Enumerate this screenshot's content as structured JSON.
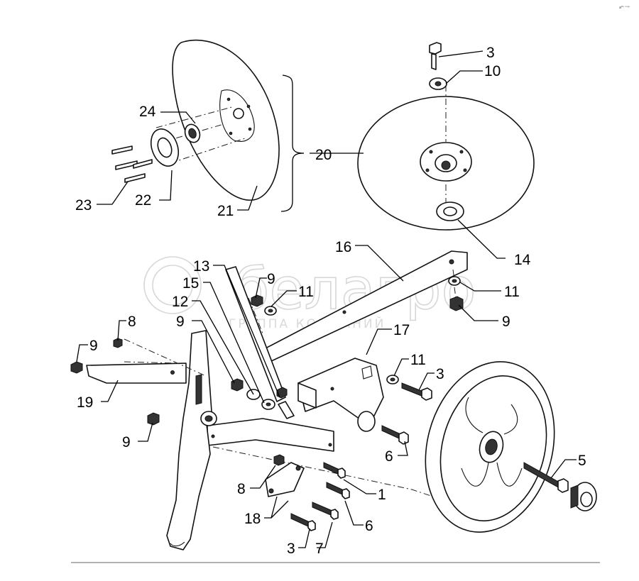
{
  "watermark": {
    "brand": "белагро",
    "tagline": "ГРУППА КОМПАНИЙ"
  },
  "corner_mark": "a⁶ˢ ᵒᵒᵖ",
  "callouts": [
    {
      "id": "3a",
      "text": "3"
    },
    {
      "id": "10",
      "text": "10"
    },
    {
      "id": "24",
      "text": "24"
    },
    {
      "id": "20",
      "text": "20"
    },
    {
      "id": "23",
      "text": "23"
    },
    {
      "id": "22",
      "text": "22"
    },
    {
      "id": "21",
      "text": "21"
    },
    {
      "id": "14",
      "text": "14"
    },
    {
      "id": "16",
      "text": "16"
    },
    {
      "id": "13",
      "text": "13"
    },
    {
      "id": "9a",
      "text": "9"
    },
    {
      "id": "15",
      "text": "15"
    },
    {
      "id": "11a",
      "text": "11"
    },
    {
      "id": "11b",
      "text": "11"
    },
    {
      "id": "12",
      "text": "12"
    },
    {
      "id": "9b",
      "text": "9"
    },
    {
      "id": "8a",
      "text": "8"
    },
    {
      "id": "9c",
      "text": "9"
    },
    {
      "id": "17",
      "text": "17"
    },
    {
      "id": "9d",
      "text": "9"
    },
    {
      "id": "11c",
      "text": "11"
    },
    {
      "id": "3b",
      "text": "3"
    },
    {
      "id": "19",
      "text": "19"
    },
    {
      "id": "9e",
      "text": "9"
    },
    {
      "id": "6a",
      "text": "6"
    },
    {
      "id": "5",
      "text": "5"
    },
    {
      "id": "8b",
      "text": "8"
    },
    {
      "id": "1",
      "text": "1"
    },
    {
      "id": "18",
      "text": "18"
    },
    {
      "id": "6b",
      "text": "6"
    },
    {
      "id": "3c",
      "text": "3"
    },
    {
      "id": "7",
      "text": "7"
    }
  ]
}
